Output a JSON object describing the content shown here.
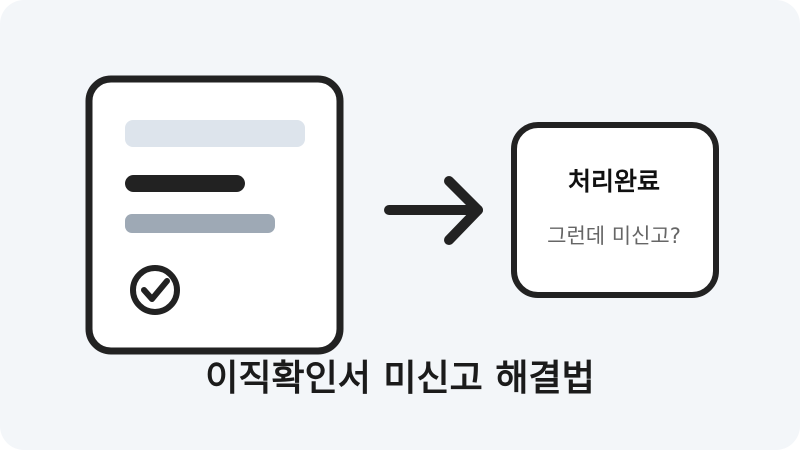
{
  "colors": {
    "background": "#f3f6f9",
    "outline": "#222222",
    "card_fill": "#ffffff",
    "line_light": "#dde4ec",
    "line_dark": "#222222",
    "line_mid": "#9ea9b5",
    "subtitle": "#666666"
  },
  "illustration": {
    "document_icon": "document-icon",
    "check_icon": "check-circle-icon",
    "arrow_icon": "right-arrow-icon"
  },
  "status_card": {
    "title": "처리완료",
    "subtitle": "그런데 미신고?"
  },
  "headline": "이직확인서 미신고 해결법"
}
